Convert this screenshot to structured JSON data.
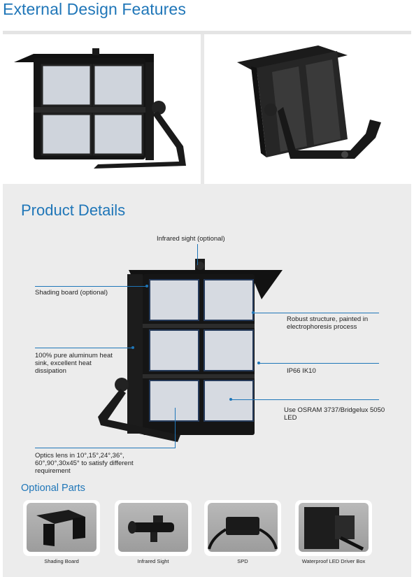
{
  "header": {
    "title": "External Design Features"
  },
  "details": {
    "title": "Product Details",
    "callouts": {
      "infrared": "Infrared sight (optional)",
      "shading": "Shading board (optional)",
      "robust": "Robust structure, painted in electrophoresis process",
      "heatsink": "100% pure aluminum heat sink, excellent heat dissipation",
      "ip": "IP66 IK10",
      "led": "Use OSRAM 3737/Bridgelux 5050 LED",
      "optics": "Optics lens in 10°,15°,24°,36°, 60°,90°,30x45° to satisfy different requirement"
    }
  },
  "optional": {
    "title": "Optional Parts",
    "parts": [
      {
        "label": "Shading Board"
      },
      {
        "label": "Infrared Sight"
      },
      {
        "label": "SPD"
      },
      {
        "label": "Waterproof LED Driver Box"
      }
    ]
  },
  "colors": {
    "accent": "#1f76b8",
    "panel_bg": "#ececec",
    "fixture": "#141414"
  }
}
